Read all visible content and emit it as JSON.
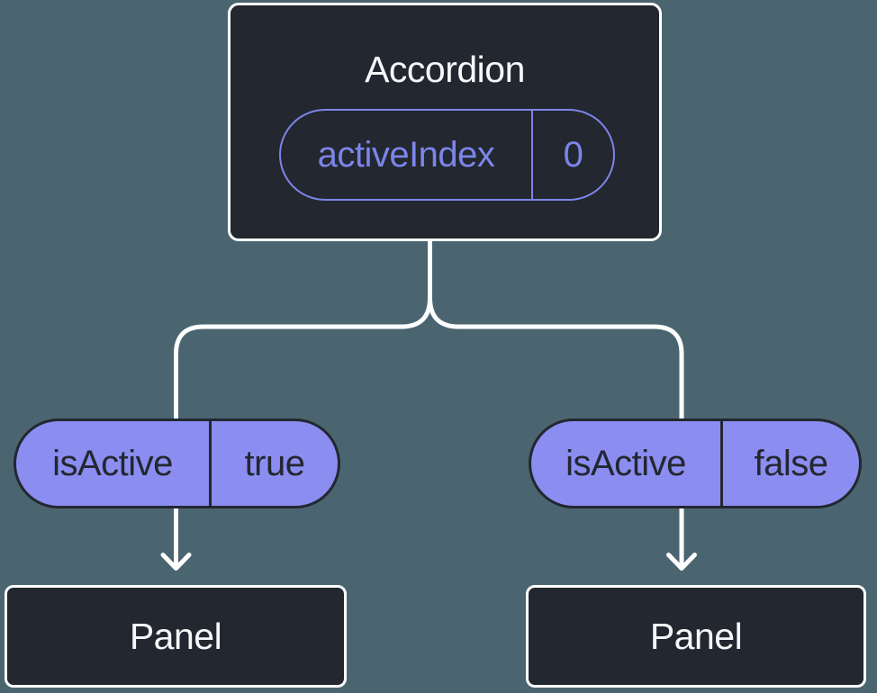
{
  "diagram": {
    "description": "React component tree: Accordion parent holding state, passing isActive props to two Panel children"
  },
  "colors": {
    "background": "#4A6570",
    "node_background": "#23272F",
    "node_border": "#FFFFFF",
    "connector_line": "#FFFFFF",
    "accent_purple": "#7C85EA",
    "prop_pill_fill": "#8B8DF1",
    "prop_pill_text": "#23272F",
    "title_text": "#F6F7F9"
  },
  "accordion": {
    "title": "Accordion",
    "state": {
      "name": "activeIndex",
      "value": "0"
    }
  },
  "children": [
    {
      "prop": {
        "name": "isActive",
        "value": "true"
      },
      "panel": {
        "title": "Panel"
      }
    },
    {
      "prop": {
        "name": "isActive",
        "value": "false"
      },
      "panel": {
        "title": "Panel"
      }
    }
  ]
}
